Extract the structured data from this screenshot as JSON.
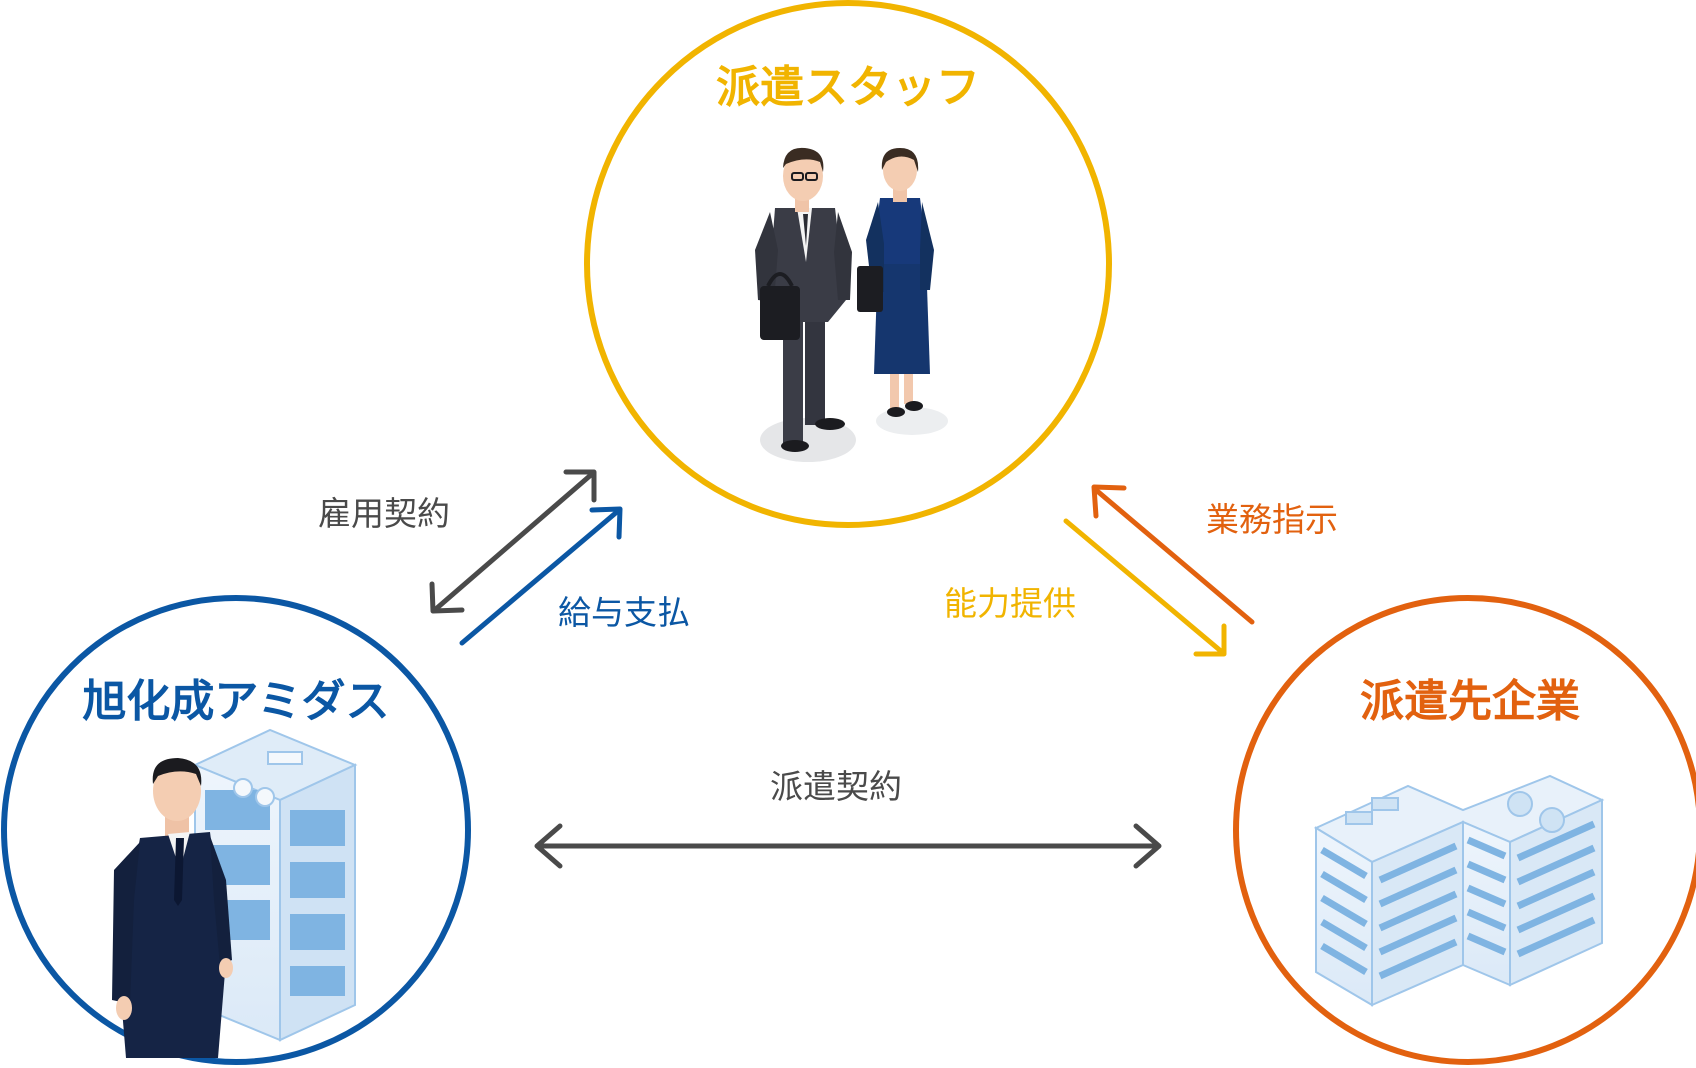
{
  "colors": {
    "staff": "#f1b400",
    "amidas": "#0b57a4",
    "client": "#e2610f",
    "contract": "#4a4a4a",
    "navy": "#14254a",
    "building": "#7fb4e2",
    "building_light": "#e7f1fb"
  },
  "nodes": {
    "staff": {
      "title": "派遣スタッフ",
      "icon": "business-people-icon"
    },
    "amidas": {
      "title": "旭化成アミダス",
      "icon": "businessman-building-icon"
    },
    "client": {
      "title": "派遣先企業",
      "icon": "office-building-icon"
    }
  },
  "relations": {
    "employment_contract": "雇用契約",
    "salary_payment": "給与支払",
    "ability_provision": "能力提供",
    "work_instruction": "業務指示",
    "dispatch_contract": "派遣契約"
  }
}
